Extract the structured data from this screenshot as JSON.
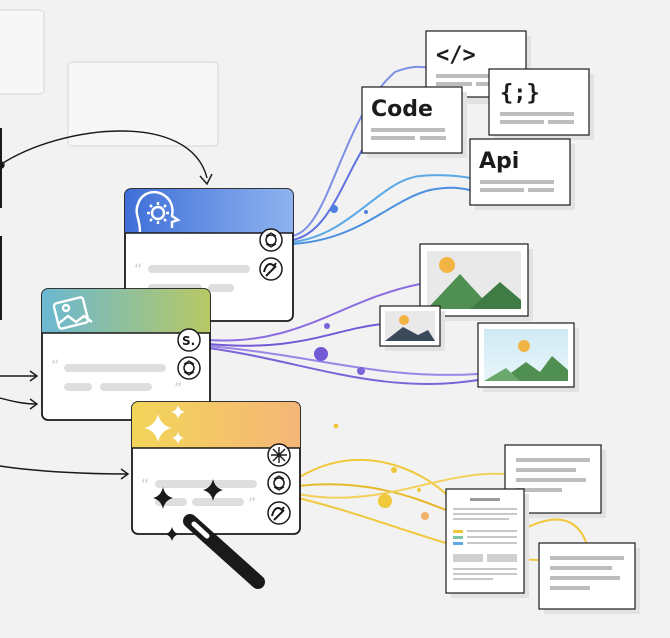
{
  "labels": {
    "code_tag": "</>",
    "braces_tag": "{;}",
    "code_word": "Code",
    "api_word": "Api",
    "s_badge": "S."
  },
  "colors": {
    "background": "#f2f2f2",
    "outline": "#1a1a1a",
    "card_body": "#ffffff",
    "placeholder_line": "#dedede",
    "agent_header_blue": "#4a7be0",
    "image_header_teal": "#6fb5c8",
    "image_header_green": "#aac06a",
    "magic_header_yellow": "#f0d45e",
    "magic_header_orange": "#f4b870",
    "flow_purple": "#7b64d8",
    "flow_blue": "#5aa8e6",
    "flow_yellow": "#f0c83c",
    "mountain_green": "#4f8f52",
    "sun_orange": "#f2b544"
  },
  "icons": [
    "gear-head-icon",
    "photo-frame-icon",
    "sparkles-icon",
    "openai-logo-icon",
    "model-badge-icon",
    "starburst-icon",
    "magic-wand-icon",
    "landscape-image-icon",
    "document-icon"
  ]
}
